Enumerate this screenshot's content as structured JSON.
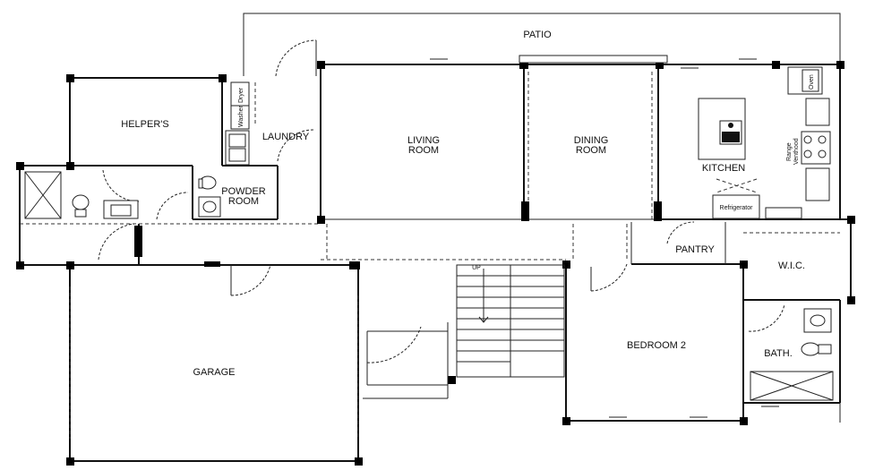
{
  "floor_plan": {
    "rooms": {
      "patio": "PATIO",
      "helpers": "HELPER'S",
      "laundry": "LAUNDRY",
      "living_line1": "LIVING",
      "living_line2": "ROOM",
      "dining_line1": "DINING",
      "dining_line2": "ROOM",
      "kitchen": "KITCHEN",
      "powder_line1": "POWDER",
      "powder_line2": "ROOM",
      "pantry": "PANTRY",
      "wic": "W.I.C.",
      "garage": "GARAGE",
      "bedroom2": "BEDROOM 2",
      "bath": "BATH."
    },
    "fixtures": {
      "dryer": "Dryer",
      "washer": "Washer",
      "oven": "Oven",
      "range": "Range",
      "venthood": "Venthood",
      "refrigerator": "Refrigerator",
      "stair_up": "UP"
    }
  }
}
